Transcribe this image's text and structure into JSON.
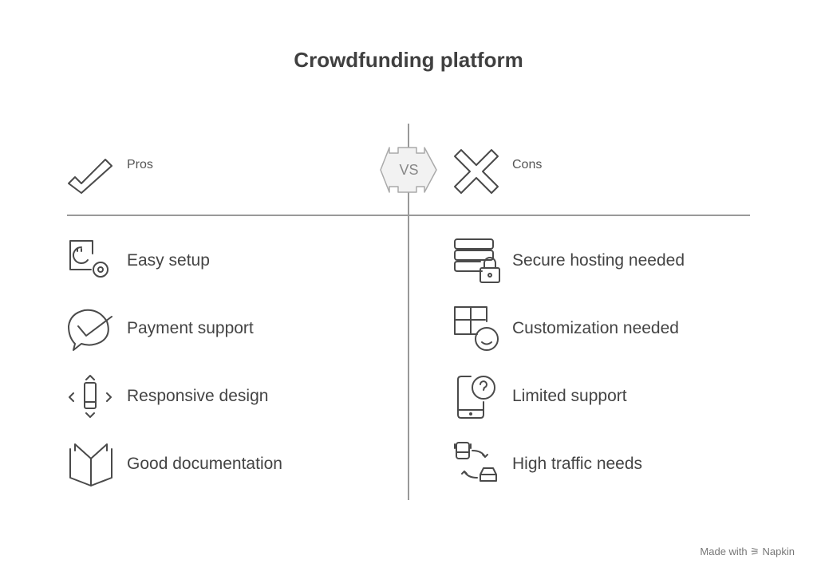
{
  "title": "Crowdfunding platform",
  "vs": "VS",
  "pros": {
    "label": "Pros",
    "items": [
      "Easy setup",
      "Payment support",
      "Responsive design",
      "Good documentation"
    ]
  },
  "cons": {
    "label": "Cons",
    "items": [
      "Secure hosting needed",
      "Customization needed",
      "Limited support",
      "High traffic needs"
    ]
  },
  "footer": "Made with ⚞ Napkin"
}
